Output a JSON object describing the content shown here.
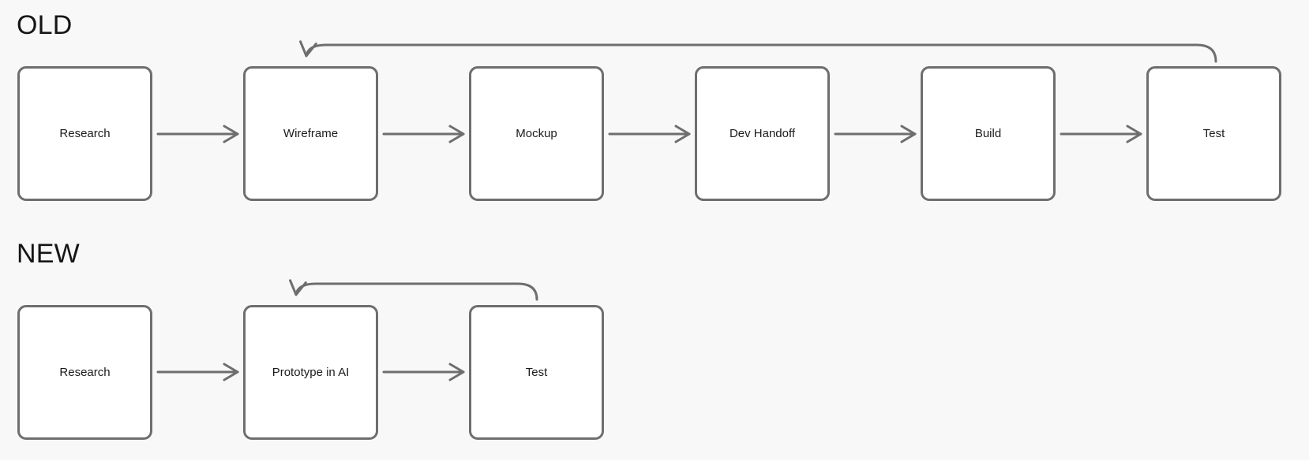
{
  "canvas": {
    "background": "#f8f8f8",
    "stroke_color": "#6e6e6e",
    "node_fill": "#ffffff",
    "text_color": "#1b1b1d"
  },
  "sections": [
    {
      "heading": "OLD",
      "steps": [
        "Research",
        "Wireframe",
        "Mockup",
        "Dev Handoff",
        "Build",
        "Test"
      ],
      "flow": "linear-left-to-right",
      "feedback_loop": {
        "from": "Test",
        "to": "Wireframe"
      }
    },
    {
      "heading": "NEW",
      "steps": [
        "Research",
        "Prototype in AI",
        "Test"
      ],
      "flow": "linear-left-to-right",
      "feedback_loop": {
        "from": "Test",
        "to": "Prototype in AI"
      }
    }
  ]
}
